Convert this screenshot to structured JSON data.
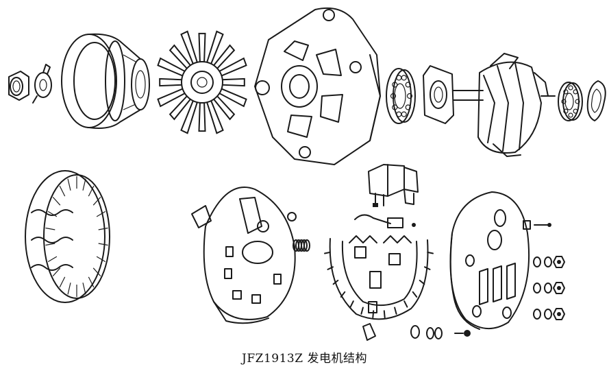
{
  "caption": "JFZ1913Z 发电机结构",
  "parts": [
    {
      "id": "nut",
      "icon": "hex-nut-icon"
    },
    {
      "id": "lock-washer",
      "icon": "tab-washer-icon"
    },
    {
      "id": "pulley",
      "icon": "pulley-icon"
    },
    {
      "id": "fan",
      "icon": "cooling-fan-icon"
    },
    {
      "id": "front-end-cover",
      "icon": "end-cover-icon"
    },
    {
      "id": "front-bearing",
      "icon": "ball-bearing-icon"
    },
    {
      "id": "bearing-retainer",
      "icon": "retainer-plate-icon"
    },
    {
      "id": "rotor",
      "icon": "claw-pole-rotor-icon"
    },
    {
      "id": "rear-bearing",
      "icon": "ball-bearing-icon"
    },
    {
      "id": "snap-ring",
      "icon": "keyhole-ring-icon"
    },
    {
      "id": "stator",
      "icon": "stator-winding-icon"
    },
    {
      "id": "rear-housing",
      "icon": "rear-housing-icon"
    },
    {
      "id": "spring",
      "icon": "coil-spring-icon"
    },
    {
      "id": "regulator",
      "icon": "voltage-regulator-icon"
    },
    {
      "id": "brush-holder",
      "icon": "brush-holder-icon"
    },
    {
      "id": "rectifier-bridge",
      "icon": "rectifier-bridge-icon"
    },
    {
      "id": "rear-cover",
      "icon": "rear-cover-icon"
    },
    {
      "id": "fasteners",
      "icon": "screw-nut-set-icon"
    }
  ]
}
